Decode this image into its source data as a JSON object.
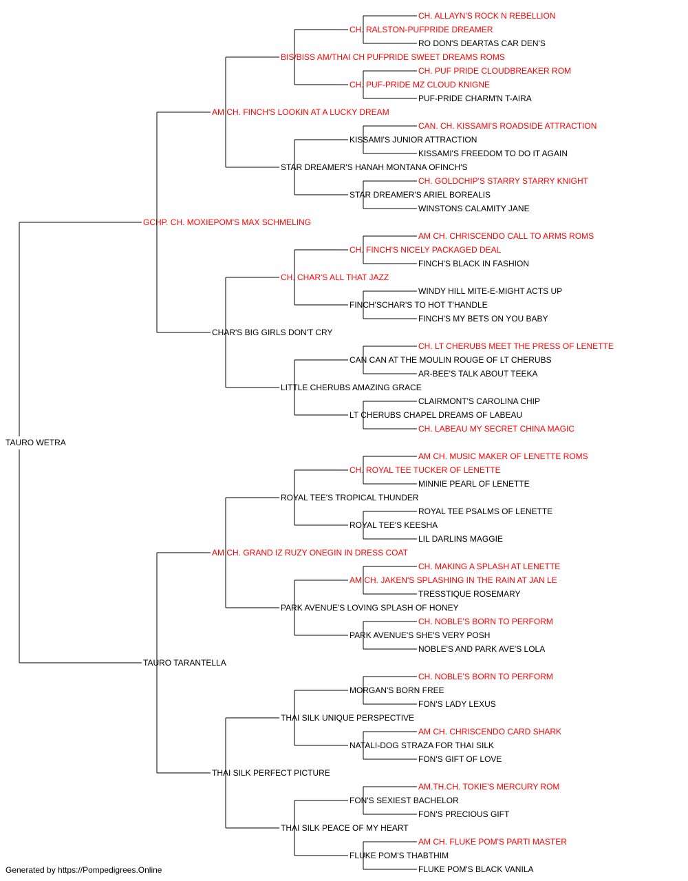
{
  "colors": {
    "champion": "#ff0000",
    "normal": "#000000",
    "line": "#000000"
  },
  "footer": "Generated by https://Pompedigrees.Online",
  "pedigree": {
    "name": "TAURO WETRA",
    "champion": false,
    "sire": {
      "name": "GCHP. CH. MOXIEPOM'S MAX SCHMELING",
      "champion": true,
      "sire": {
        "name": "AM CH. FINCH'S LOOKIN AT A LUCKY DREAM",
        "champion": true,
        "sire": {
          "name": "BIS/BISS AM/THAI CH PUFPRIDE SWEET DREAMS ROMS",
          "champion": true,
          "sire": {
            "name": "CH. RALSTON-PUFPRIDE DREAMER",
            "champion": true,
            "sire": {
              "name": "CH. ALLAYN'S ROCK N REBELLION",
              "champion": true
            },
            "dam": {
              "name": "RO DON'S DEARTAS CAR DEN'S",
              "champion": false
            }
          },
          "dam": {
            "name": "CH. PUF-PRIDE MZ CLOUD KNIGNE",
            "champion": true,
            "sire": {
              "name": "CH. PUF PRIDE CLOUDBREAKER ROM",
              "champion": true
            },
            "dam": {
              "name": "PUF-PRIDE CHARM'N T-AIRA",
              "champion": false
            }
          }
        },
        "dam": {
          "name": "STAR DREAMER'S HANAH MONTANA OFINCH'S",
          "champion": false,
          "sire": {
            "name": "KISSAMI'S JUNIOR ATTRACTION",
            "champion": false,
            "sire": {
              "name": "CAN. CH. KISSAMI'S ROADSIDE ATTRACTION",
              "champion": true
            },
            "dam": {
              "name": "KISSAMI'S FREEDOM TO DO IT AGAIN",
              "champion": false
            }
          },
          "dam": {
            "name": "STAR DREAMER'S ARIEL BOREALIS",
            "champion": false,
            "sire": {
              "name": "CH. GOLDCHIP'S STARRY STARRY KNIGHT",
              "champion": true
            },
            "dam": {
              "name": "WINSTONS CALAMITY JANE",
              "champion": false
            }
          }
        }
      },
      "dam": {
        "name": "CHAR'S BIG GIRLS DON'T CRY",
        "champion": false,
        "sire": {
          "name": "CH. CHAR'S ALL THAT JAZZ",
          "champion": true,
          "sire": {
            "name": "CH. FINCH'S NICELY PACKAGED DEAL",
            "champion": true,
            "sire": {
              "name": "AM CH. CHRISCENDO CALL TO ARMS ROMS",
              "champion": true
            },
            "dam": {
              "name": "FINCH'S BLACK IN FASHION",
              "champion": false
            }
          },
          "dam": {
            "name": "FINCH'SCHAR'S TO HOT T'HANDLE",
            "champion": false,
            "sire": {
              "name": "WINDY HILL MITE-E-MIGHT ACTS UP",
              "champion": false
            },
            "dam": {
              "name": "FINCH'S MY BETS ON YOU BABY",
              "champion": false
            }
          }
        },
        "dam": {
          "name": "LITTLE CHERUBS AMAZING GRACE",
          "champion": false,
          "sire": {
            "name": "CAN CAN AT THE MOULIN ROUGE OF LT CHERUBS",
            "champion": false,
            "sire": {
              "name": "CH. LT CHERUBS MEET THE PRESS OF LENETTE",
              "champion": true
            },
            "dam": {
              "name": "AR-BEE'S TALK ABOUT TEEKA",
              "champion": false
            }
          },
          "dam": {
            "name": "LT CHERUBS CHAPEL DREAMS OF LABEAU",
            "champion": false,
            "sire": {
              "name": "CLAIRMONT'S CAROLINA CHIP",
              "champion": false
            },
            "dam": {
              "name": "CH. LABEAU MY SECRET CHINA MAGIC",
              "champion": true
            }
          }
        }
      }
    },
    "dam": {
      "name": "TAURO TARANTELLA",
      "champion": false,
      "sire": {
        "name": "AM CH. GRAND IZ RUZY ONEGIN IN DRESS COAT",
        "champion": true,
        "sire": {
          "name": "ROYAL TEE'S TROPICAL THUNDER",
          "champion": false,
          "sire": {
            "name": "CH. ROYAL TEE TUCKER OF LENETTE",
            "champion": true,
            "sire": {
              "name": "AM CH. MUSIC MAKER OF LENETTE ROMS",
              "champion": true
            },
            "dam": {
              "name": "MINNIE PEARL OF LENETTE",
              "champion": false
            }
          },
          "dam": {
            "name": "ROYAL TEE'S KEESHA",
            "champion": false,
            "sire": {
              "name": "ROYAL TEE PSALMS OF LENETTE",
              "champion": false
            },
            "dam": {
              "name": "LIL DARLINS MAGGIE",
              "champion": false
            }
          }
        },
        "dam": {
          "name": "PARK AVENUE'S LOVING SPLASH OF HONEY",
          "champion": false,
          "sire": {
            "name": "AM CH. JAKEN'S SPLASHING IN THE RAIN AT JAN LE",
            "champion": true,
            "sire": {
              "name": "CH. MAKING A SPLASH AT LENETTE",
              "champion": true
            },
            "dam": {
              "name": "TRESSTIQUE ROSEMARY",
              "champion": false
            }
          },
          "dam": {
            "name": "PARK AVENUE'S SHE'S VERY POSH",
            "champion": false,
            "sire": {
              "name": "CH. NOBLE'S BORN TO PERFORM",
              "champion": true
            },
            "dam": {
              "name": "NOBLE'S AND PARK AVE'S LOLA",
              "champion": false
            }
          }
        }
      },
      "dam": {
        "name": "THAI SILK PERFECT PICTURE",
        "champion": false,
        "sire": {
          "name": "THAI SILK UNIQUE PERSPECTIVE",
          "champion": false,
          "sire": {
            "name": "MORGAN'S BORN FREE",
            "champion": false,
            "sire": {
              "name": "CH. NOBLE'S BORN TO PERFORM",
              "champion": true
            },
            "dam": {
              "name": "FON'S LADY LEXUS",
              "champion": false
            }
          },
          "dam": {
            "name": "NATALI-DOG STRAZA FOR THAI SILK",
            "champion": false,
            "sire": {
              "name": "AM CH. CHRISCENDO CARD SHARK",
              "champion": true
            },
            "dam": {
              "name": "FON'S GIFT OF LOVE",
              "champion": false
            }
          }
        },
        "dam": {
          "name": "THAI SILK PEACE OF MY HEART",
          "champion": false,
          "sire": {
            "name": "FON'S SEXIEST BACHELOR",
            "champion": false,
            "sire": {
              "name": "AM.TH.CH. TOKIE'S MERCURY ROM",
              "champion": true
            },
            "dam": {
              "name": "FON'S PRECIOUS GIFT",
              "champion": false
            }
          },
          "dam": {
            "name": "FLUKE POM'S THABTHIM",
            "champion": false,
            "sire": {
              "name": "AM CH. FLUKE POM'S PARTI MASTER",
              "champion": true
            },
            "dam": {
              "name": "FLUKE POM'S BLACK VANILA",
              "champion": false
            }
          }
        }
      }
    }
  }
}
